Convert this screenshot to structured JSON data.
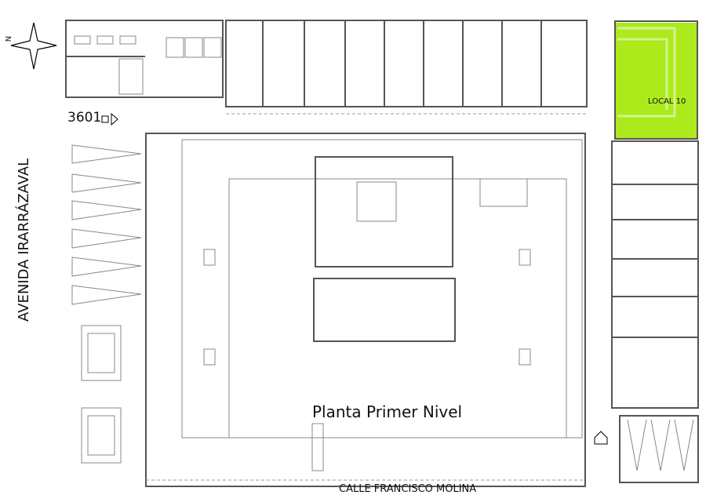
{
  "plan": {
    "title": "Planta Primer Nivel",
    "street_bottom": "CALLE FRANCISCO MOLINA",
    "street_left": "AVENIDA IRARRÁZAVAL",
    "street_number": "3601",
    "highlighted_unit": "LOCAL 10",
    "north_label": "N",
    "highlight_color": "#acea1c"
  }
}
